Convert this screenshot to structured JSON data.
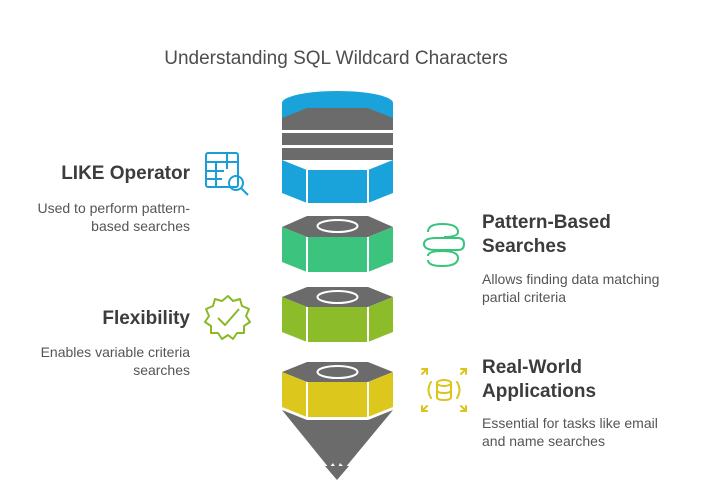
{
  "title": "Understanding SQL Wildcard Characters",
  "items": [
    {
      "heading": "LIKE Operator",
      "description_lines": [
        "Used to perform pattern-",
        "based searches"
      ],
      "icon": "table-search-icon",
      "color": "#1a9ed8"
    },
    {
      "heading_lines": [
        "Pattern-Based",
        "Searches"
      ],
      "description_lines": [
        "Allows finding data matching",
        "partial criteria"
      ],
      "icon": "layers-icon",
      "color": "#37c57b"
    },
    {
      "heading": "Flexibility",
      "description_lines": [
        "Enables variable criteria",
        "searches"
      ],
      "icon": "check-badge-icon",
      "color": "#8ab826"
    },
    {
      "heading_lines": [
        "Real-World",
        "Applications"
      ],
      "description_lines": [
        "Essential for tasks like email",
        "and name searches"
      ],
      "icon": "database-expand-icon",
      "color": "#dcc51a"
    }
  ],
  "colors": {
    "blue": "#1aa3da",
    "green": "#3cc47e",
    "olive": "#8cbc2a",
    "yellow": "#dcc81c",
    "gray": "#6b6b6b"
  }
}
